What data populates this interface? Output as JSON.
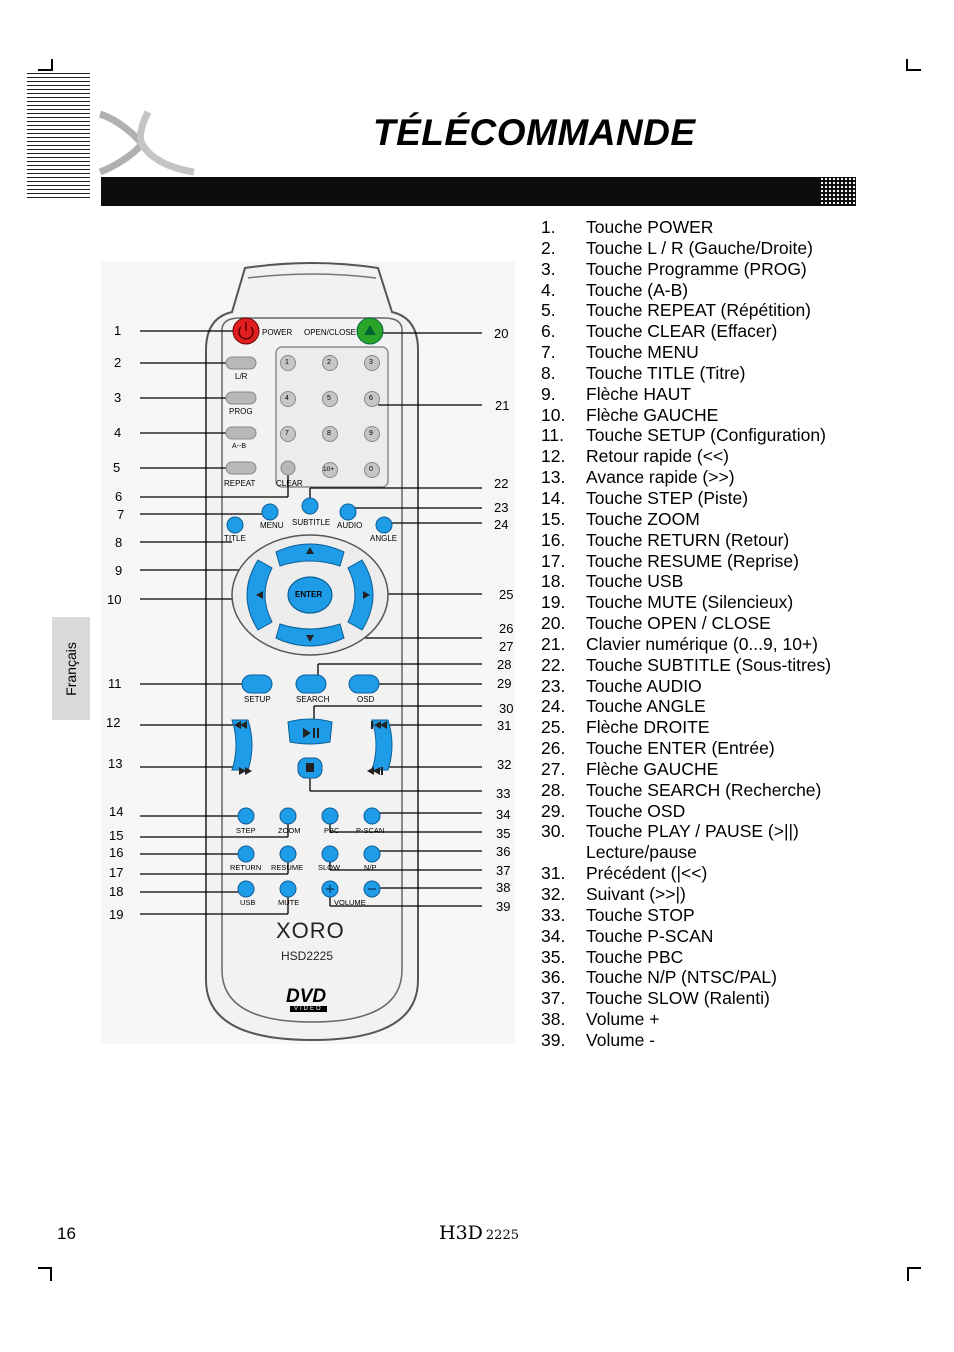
{
  "header": {
    "title": "TÉLÉCOMMANDE",
    "brand_logo": "XORO X logo"
  },
  "side_tab": {
    "label": "Français"
  },
  "remote": {
    "brand": "XORO",
    "model": "HSD2225",
    "dvd_logo": "DVD",
    "dvd_sub": "VIDEO",
    "labels": {
      "power": "POWER",
      "open_close": "OPEN/CLOSE",
      "lr": "L/R",
      "prog": "PROG",
      "ab": "A--B",
      "repeat": "REPEAT",
      "clear": "CLEAR",
      "menu": "MENU",
      "subtitle": "SUBTITLE",
      "audio": "AUDIO",
      "title": "TITLE",
      "angle": "ANGLE",
      "enter": "ENTER",
      "setup": "SETUP",
      "search": "SEARCH",
      "osd": "OSD",
      "step": "STEP",
      "zoom": "ZOOM",
      "pbc": "PBC",
      "pscan": "P-SCAN",
      "return": "RETURN",
      "resume": "RESUME",
      "slow": "SLOW",
      "np": "N/P",
      "usb": "USB",
      "mute": "MUTE",
      "volume": "VOLUME"
    },
    "digits": [
      "1",
      "2",
      "3",
      "4",
      "5",
      "6",
      "7",
      "8",
      "9",
      "10+",
      "0"
    ],
    "callouts_left": [
      "1",
      "2",
      "3",
      "4",
      "5",
      "6",
      "7",
      "8",
      "9",
      "10",
      "11",
      "12",
      "13",
      "14",
      "15",
      "16",
      "17",
      "18",
      "19"
    ],
    "callouts_right": [
      "20",
      "21",
      "22",
      "23",
      "24",
      "25",
      "26",
      "27",
      "28",
      "29",
      "30",
      "31",
      "32",
      "33",
      "34",
      "35",
      "36",
      "37",
      "38",
      "39"
    ],
    "colors": {
      "power": "#e02020",
      "open_close": "#2aa52a",
      "nav": "#1e9ce8",
      "small_button": "#b8b8b8"
    }
  },
  "legend": [
    {
      "num": "1.",
      "text": "Touche POWER"
    },
    {
      "num": "2.",
      "text": "Touche L / R (Gauche/Droite)"
    },
    {
      "num": "3.",
      "text": "Touche Programme (PROG)"
    },
    {
      "num": "4.",
      "text": "Touche (A-B)"
    },
    {
      "num": "5.",
      "text": "Touche REPEAT (Répétition)"
    },
    {
      "num": "6.",
      "text": "Touche CLEAR (Effacer)"
    },
    {
      "num": "7.",
      "text": "Touche MENU"
    },
    {
      "num": "8.",
      "text": "Touche TITLE (Titre)"
    },
    {
      "num": "9.",
      "text": "Flèche HAUT"
    },
    {
      "num": "10.",
      "text": "Flèche GAUCHE"
    },
    {
      "num": "11.",
      "text": "Touche SETUP (Configuration)"
    },
    {
      "num": "12.",
      "text": "Retour rapide (<<)"
    },
    {
      "num": "13.",
      "text": "Avance rapide (>>)"
    },
    {
      "num": "14.",
      "text": "Touche STEP (Piste)"
    },
    {
      "num": "15.",
      "text": "Touche ZOOM"
    },
    {
      "num": "16.",
      "text": "Touche RETURN (Retour)"
    },
    {
      "num": "17.",
      "text": "Touche RESUME (Reprise)"
    },
    {
      "num": "18.",
      "text": "Touche USB"
    },
    {
      "num": "19.",
      "text": "Touche MUTE (Silencieux)"
    },
    {
      "num": "20.",
      "text": "Touche OPEN / CLOSE"
    },
    {
      "num": "21.",
      "text": "Clavier numérique (0...9, 10+)"
    },
    {
      "num": "22.",
      "text": "Touche SUBTITLE (Sous-titres)"
    },
    {
      "num": "23.",
      "text": "Touche AUDIO"
    },
    {
      "num": "24.",
      "text": "Touche ANGLE"
    },
    {
      "num": "25.",
      "text": "Flèche DROITE"
    },
    {
      "num": "26.",
      "text": "Touche ENTER (Entrée)"
    },
    {
      "num": "27.",
      "text": "Flèche GAUCHE"
    },
    {
      "num": "28.",
      "text": "Touche SEARCH (Recherche)"
    },
    {
      "num": "29.",
      "text": "Touche OSD"
    },
    {
      "num": "30.",
      "text": "Touche PLAY / PAUSE (>||)"
    },
    {
      "num": "",
      "text": "Lecture/pause"
    },
    {
      "num": "31.",
      "text": "Précédent (|<<)"
    },
    {
      "num": "32.",
      "text": "Suivant  (>>|)"
    },
    {
      "num": "33.",
      "text": "Touche STOP"
    },
    {
      "num": "34.",
      "text": "Touche P-SCAN"
    },
    {
      "num": "35.",
      "text": "Touche PBC"
    },
    {
      "num": "36.",
      "text": "Touche N/P (NTSC/PAL)"
    },
    {
      "num": "37.",
      "text": "Touche SLOW (Ralenti)"
    },
    {
      "num": "38.",
      "text": "Volume +"
    },
    {
      "num": "39.",
      "text": "Volume -"
    }
  ],
  "footer": {
    "page_number": "16",
    "model_logo": "H3D",
    "model_number": "2225"
  }
}
